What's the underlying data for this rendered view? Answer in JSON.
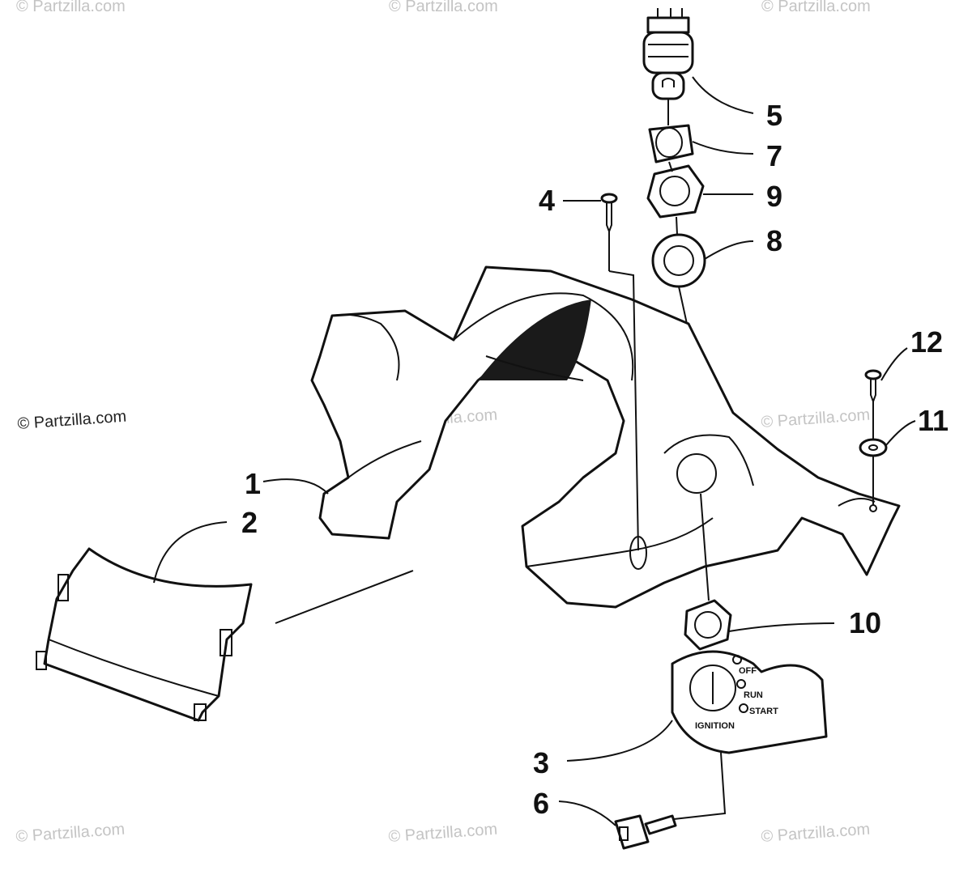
{
  "watermarks": {
    "top_left": "© Partzilla.com",
    "top_center": "© Partzilla.com",
    "top_right": "© Partzilla.com",
    "left_visible": "© Partzilla.com",
    "mid_center": "© Partzilla.com",
    "mid_right": "© Partzilla.com",
    "bottom_left": "© Partzilla.com",
    "bottom_center": "© Partzilla.com",
    "bottom_right": "© Partzilla.com"
  },
  "callouts": [
    "1",
    "2",
    "3",
    "4",
    "5",
    "6",
    "7",
    "8",
    "9",
    "10",
    "11",
    "12"
  ],
  "switch_plate": {
    "off": "OFF",
    "run": "RUN",
    "start": "START",
    "ignition": "IGNITION"
  }
}
